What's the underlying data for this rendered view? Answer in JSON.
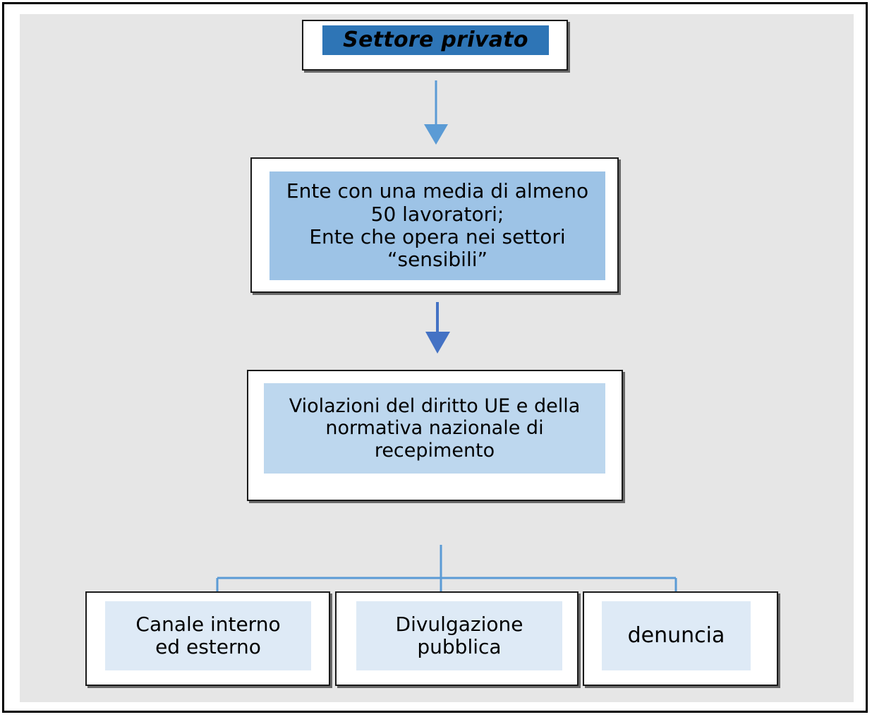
{
  "diagram": {
    "title": "Settore privato",
    "language": "it",
    "background": {
      "page": "#ffffff",
      "panel": "#e6e6e6",
      "frame": "#000000"
    },
    "palette": {
      "title_fill": "#2e75b6",
      "level2_fill": "#9dc3e6",
      "level3_fill": "#bdd7ee",
      "level4_fill": "#deeaf6",
      "arrow_light": "#5b9bd5",
      "arrow_dark": "#4472c4",
      "text": "#000000",
      "border": "#1a1a1a"
    },
    "nodes": {
      "title": {
        "label": "Settore privato",
        "fill": "#2e75b6"
      },
      "ente": {
        "label": "Ente con una media di almeno\n50 lavoratori;\nEnte che opera nei settori\n“sensibili”",
        "fill": "#9dc3e6"
      },
      "violazioni": {
        "label": "Violazioni del diritto UE e della\nnormativa nazionale di\nrecepimento",
        "fill": "#bdd7ee"
      },
      "canale": {
        "label": "Canale interno\ned esterno",
        "fill": "#deeaf6"
      },
      "divulgazione": {
        "label": "Divulgazione\npubblica",
        "fill": "#deeaf6"
      },
      "denuncia": {
        "label": "denuncia",
        "fill": "#deeaf6"
      }
    },
    "connectors": [
      {
        "name": "title-to-ente",
        "kind": "straight-arrow-down",
        "color": "#5b9bd5",
        "from": "title",
        "to": "ente"
      },
      {
        "name": "ente-to-violazioni",
        "kind": "straight-arrow-down",
        "color": "#4472c4",
        "from": "ente",
        "to": "violazioni"
      },
      {
        "name": "violazioni-to-canale",
        "kind": "elbow-arrow-down",
        "color": "#5b9bd5",
        "from": "violazioni",
        "to": "canale"
      },
      {
        "name": "violazioni-to-divulgazione",
        "kind": "straight-arrow-down",
        "color": "#5b9bd5",
        "from": "violazioni",
        "to": "divulgazione"
      },
      {
        "name": "violazioni-to-denuncia",
        "kind": "elbow-arrow-down",
        "color": "#5b9bd5",
        "from": "violazioni",
        "to": "denuncia"
      }
    ]
  }
}
